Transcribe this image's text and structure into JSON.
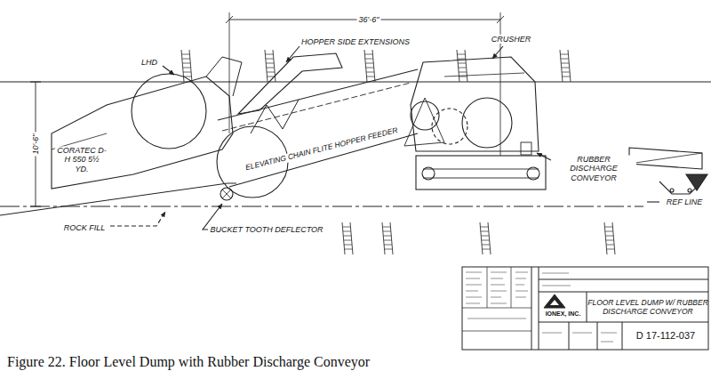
{
  "diagram": {
    "caption": "Figure 22. Floor Level Dump with Rubber Discharge Conveyor",
    "nodes": [
      {
        "text": [
          "IONEX, INC."
        ]
      },
      {
        "text": [
          "FLOOR LEVEL DUMP W/ RUBBER DISCHARGE CONVEYOR"
        ]
      },
      {
        "text": [
          "D 17-112-037"
        ]
      }
    ],
    "labels": [
      "36'-6\"",
      "10'-6\"",
      "LHD",
      "CORATEC D-H 550 5½ YD.",
      "HOPPER SIDE EXTENSIONS",
      "CRUSHER",
      "ELEVATING CHAIN FLITE HOPPER FEEDER",
      "RUBBER DISCHARGE CONVEYOR",
      "REF LINE",
      "ROCK FILL",
      "BUCKET TOOTH DEFLECTOR"
    ]
  }
}
